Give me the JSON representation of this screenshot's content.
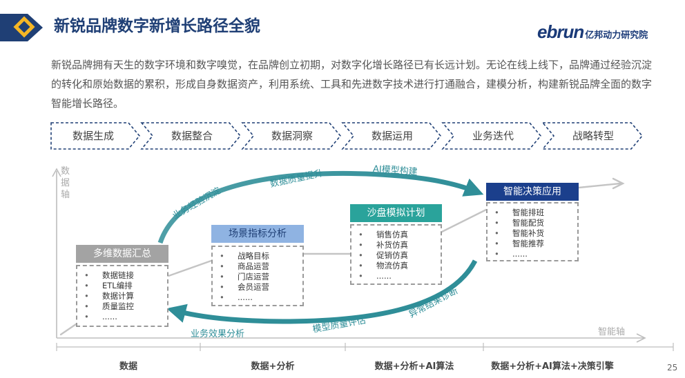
{
  "title": "新锐品牌数字新增长路径全貌",
  "logo": {
    "word": "ebrun",
    "cn": "亿邦动力研究院"
  },
  "intro": "新锐品牌拥有天生的数字环境和数字嗅觉，在品牌创立初期，对数字化增长路径已有长远计划。无论在线上线下，品牌通过经验沉淀的转化和原始数据的累积，形成自身数据资产，利用系统、工具和先进数字技术进行打通融合，建模分析，构建新锐品牌全面的数字智能增长路径。",
  "steps": [
    "数据生成",
    "数据整合",
    "数据洞察",
    "数据运用",
    "业务迭代",
    "战略转型"
  ],
  "axes": {
    "y": "数据轴",
    "x": "智能轴"
  },
  "boxes": [
    {
      "title": "多维数据汇总",
      "items": [
        "数据链接",
        "ETL编排",
        "数据计算",
        "质量监控",
        "......"
      ]
    },
    {
      "title": "场景指标分析",
      "items": [
        "战略目标",
        "商品运营",
        "门店运营",
        "会员运营",
        "......"
      ]
    },
    {
      "title": "沙盘模拟计划",
      "items": [
        "销售仿真",
        "补货仿真",
        "促销仿真",
        "物流仿真",
        "......"
      ]
    },
    {
      "title": "智能决策应用",
      "items": [
        "智能排班",
        "智能配货",
        "智能补货",
        "智能推荐",
        "......"
      ]
    }
  ],
  "arrows": {
    "exp": "业务经验沉淀",
    "quality_up": "数据质量提升",
    "ai_model": "AI模型构建",
    "anomaly": "异常结果诊断",
    "model_eval": "模型质量评估",
    "effect": "业务效果分析"
  },
  "stages": [
    "数据",
    "数据+分析",
    "数据+分析+AI算法",
    "数据+分析+AI算法+决策引擎"
  ],
  "page_number": "25",
  "colors": {
    "navy": "#1f3f75",
    "teal": "#2f8e98",
    "gray": "#a3a3a3",
    "lightblue": "#8fb3e2",
    "tealbox": "#2aa39b",
    "darknavy": "#1b3f8c"
  }
}
